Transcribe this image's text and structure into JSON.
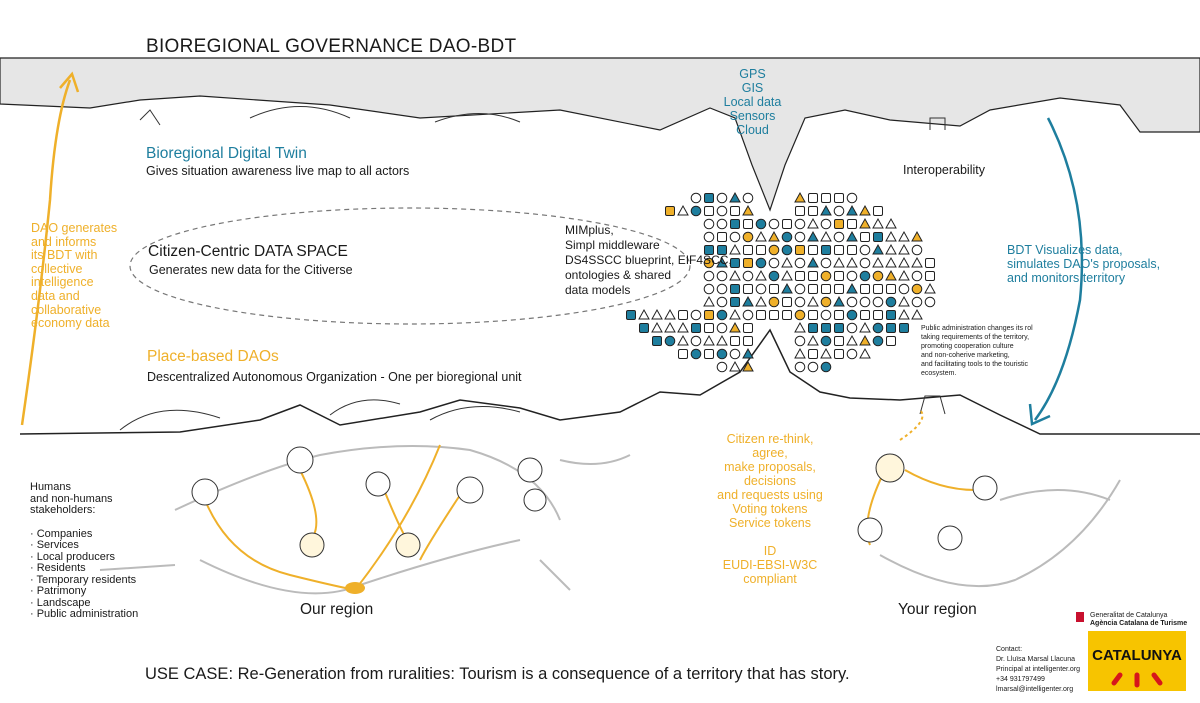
{
  "title": "BIOREGIONAL GOVERNANCE DAO-BDT",
  "data_sources": [
    "GPS",
    "GIS",
    "Local data",
    "Sensors",
    "Cloud"
  ],
  "twin": {
    "title": "Bioregional Digital Twin",
    "subtitle": "Gives situation awareness live map to all actors"
  },
  "interoperability": "Interoperability",
  "data_space": {
    "title": "Citizen-Centric DATA SPACE",
    "subtitle": "Generates new data for the Citiverse"
  },
  "middleware": [
    "MIMplus,",
    "Simpl middleware",
    "DS4SSCC blueprint, EIF4SCC,",
    "ontologies & shared",
    "data models"
  ],
  "left_loop": [
    "DAO generates",
    "and informs",
    "its BDT with",
    "collective",
    "intelligence",
    "data and",
    "collaborative",
    "economy data"
  ],
  "right_loop": [
    "BDT Visualizes data,",
    "simulates DAO's proposals,",
    "and monitors territory"
  ],
  "daos": {
    "title": "Place-based DAOs",
    "subtitle": "Descentralized Autonomous Organization - One per bioregional unit"
  },
  "public_admin": [
    "Public administration changes its rol",
    "taking requirements of the territory,",
    "promoting cooperation culture",
    "and non-coherive marketing,",
    "and facilitating tools to the touristic",
    "ecosystem."
  ],
  "citizen": [
    "Citizen re-think,",
    "agree,",
    "make proposals,",
    "decisions",
    "and requests using",
    "Voting tokens",
    "Service tokens"
  ],
  "id_block": [
    "ID",
    "EUDI-EBSI-W3C",
    "compliant"
  ],
  "stakeholders": {
    "heading": [
      "Humans",
      "and non-humans",
      "stakeholders:"
    ],
    "items": [
      "· Companies",
      "· Services",
      "· Local producers",
      "· Residents",
      "· Temporary residents",
      "· Patrimony",
      "· Landscape",
      "· Public administration"
    ]
  },
  "regions": {
    "ours": "Our region",
    "yours": "Your region"
  },
  "use_case": "USE CASE: Re-Generation from ruralities: Tourism is a consequence of a territory that has story.",
  "contact": [
    "Contact:",
    "Dr. Lluïsa Marsal Llacuna",
    "Principal at intelligenter.org",
    "+34 931797499",
    "lmarsal@intelligenter.org"
  ],
  "gov_logo": [
    "Generalitat de Catalunya",
    "Agència Catalana de Turisme"
  ],
  "brand": "CATALUNYA",
  "colors": {
    "teal": "#1e7e9e",
    "gold": "#efb02a",
    "sky": "#e6e6e6"
  }
}
